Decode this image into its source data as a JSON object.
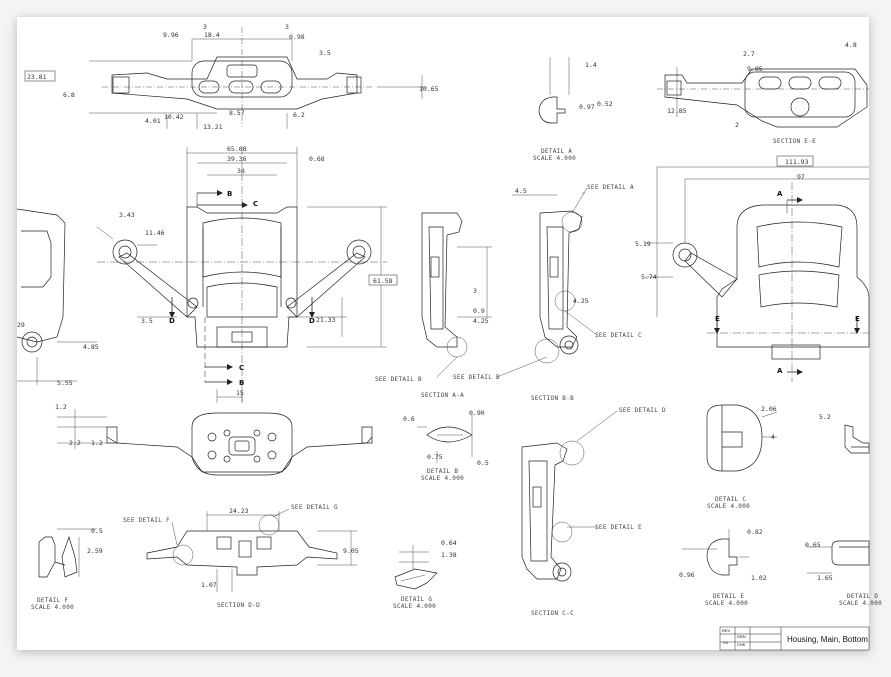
{
  "dims_top_view": [
    "9.96",
    "18.4",
    "3",
    "3",
    "0.98",
    "3.5",
    "6.8",
    "10.65",
    "4.01",
    "10.42",
    "8.57",
    "13.21",
    "6.2",
    "23.81"
  ],
  "dims_section_ee_top": [
    "1.4",
    "2.7",
    "4.8",
    "9.05",
    "12.85",
    "0.97",
    "0.52",
    "2"
  ],
  "dims_main_view": [
    "65.08",
    "39.36",
    "0.68",
    "38",
    "3.43",
    "11.46",
    "3.5",
    "21.33",
    "61.58",
    "15"
  ],
  "dims_left_view": [
    "4.85",
    "5.55",
    "29"
  ],
  "dims_section_bb": [
    "4.5",
    "4.25",
    "0.9",
    "4.25",
    "3"
  ],
  "dims_right_view": [
    "111.93",
    "97",
    "5.19",
    "5.74"
  ],
  "dims_bottom_view": [
    "1.2",
    "2.2",
    "1.2"
  ],
  "dims_detail_b": [
    "0.6",
    "0.90",
    "0.75",
    "0.5"
  ],
  "dims_detail_c": [
    "2.06",
    "4",
    "5.2"
  ],
  "dims_detail_f": [
    "0.5",
    "2.59"
  ],
  "dims_section_dd": [
    "24.23",
    "9.05",
    "1.07"
  ],
  "dims_detail_g": [
    "0.64",
    "1.38"
  ],
  "dims_detail_e": [
    "0.82",
    "0.96",
    "1.02"
  ],
  "dims_detail_d": [
    "0.65",
    "1.65"
  ],
  "section_markers": {
    "a": "A",
    "b": "B",
    "c": "C",
    "d": "D",
    "e": "E"
  },
  "callouts": {
    "see_detail_a": "SEE DETAIL A",
    "see_detail_b": "SEE DETAIL B",
    "see_detail_c": "SEE DETAIL C",
    "see_detail_d": "SEE DETAIL D",
    "see_detail_e": "SEE DETAIL E",
    "see_detail_f": "SEE DETAIL F",
    "see_detail_g": "SEE DETAIL G"
  },
  "labels": {
    "detail_a": "DETAIL A",
    "scale_a": "SCALE 4.000",
    "section_ee": "SECTION E-E",
    "section_aa": "SECTION A-A",
    "section_bb": "SECTION B-B",
    "detail_b": "DETAIL B",
    "scale_b": "SCALE 4.000",
    "detail_c": "DETAIL C",
    "scale_c": "SCALE 4.000",
    "detail_f": "DETAIL F",
    "scale_f": "SCALE 4.000",
    "section_dd": "SECTION D-D",
    "detail_g": "DETAIL G",
    "scale_g": "SCALE 4.000",
    "section_cc": "SECTION C-C",
    "detail_e": "DETAIL E",
    "scale_e": "SCALE 4.000",
    "detail_d": "DETAIL D",
    "scale_d": "SCALE 4.000"
  },
  "title_block": {
    "rev_label": "REV",
    "drawn_label": "DRN",
    "checked_label": "CHK",
    "code": "X3",
    "title": "Housing, Main, Bottom"
  }
}
